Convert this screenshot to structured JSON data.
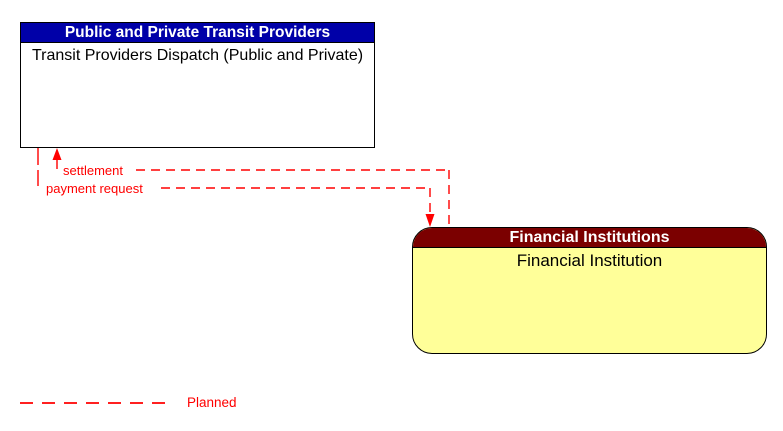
{
  "colors": {
    "flow_red": "#FF0000",
    "transit_header_bg": "#0000A8",
    "transit_header_text": "#FFFFFF",
    "transit_body_bg": "#FFFFFF",
    "transit_border": "#000000",
    "financial_header_bg": "#7B0000",
    "financial_header_text": "#FFFFFF",
    "financial_body_bg": "#FFFF99",
    "financial_border": "#000000",
    "page_bg": "#FFFFFF"
  },
  "nodes": {
    "transit": {
      "header": "Public and Private Transit Providers",
      "body": "Transit Providers Dispatch (Public and Private)"
    },
    "financial": {
      "header": "Financial Institutions",
      "body": "Financial Institution"
    }
  },
  "flows": {
    "settlement": {
      "label": "settlement",
      "from": "Financial Institution",
      "to": "Transit Providers Dispatch (Public and Private)",
      "status": "Planned"
    },
    "payment_request": {
      "label": "payment request",
      "from": "Transit Providers Dispatch (Public and Private)",
      "to": "Financial Institution",
      "status": "Planned"
    }
  },
  "legend": {
    "planned_label": "Planned"
  }
}
